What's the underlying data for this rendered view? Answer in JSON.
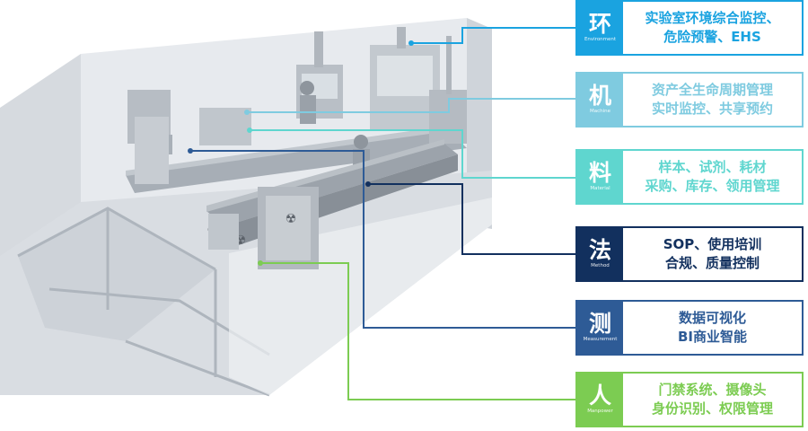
{
  "colors": {
    "env": "#1aa3e0",
    "mach": "#7fcbe0",
    "mat": "#5fd6cf",
    "method": "#12305e",
    "measure": "#2e5b96",
    "people": "#7ccc52"
  },
  "cards": [
    {
      "key": "env",
      "char": "环",
      "sub": "Environment",
      "line1": "实验室环境综合监控、",
      "line2": "危险预警、EHS"
    },
    {
      "key": "mach",
      "char": "机",
      "sub": "Machine",
      "line1": "资产全生命周期管理",
      "line2": "实时监控、共享预约"
    },
    {
      "key": "mat",
      "char": "料",
      "sub": "Material",
      "line1": "样本、试剂、耗材",
      "line2": "采购、库存、领用管理"
    },
    {
      "key": "method",
      "char": "法",
      "sub": "Method",
      "line1": "SOP、使用培训",
      "line2": "合规、质量控制"
    },
    {
      "key": "measure",
      "char": "测",
      "sub": "Measurement",
      "line1": "数据可视化",
      "line2": "BI商业智能"
    },
    {
      "key": "people",
      "char": "人",
      "sub": "Manpower",
      "line1": "门禁系统、摄像头",
      "line2": "身份识别、权限管理"
    }
  ]
}
